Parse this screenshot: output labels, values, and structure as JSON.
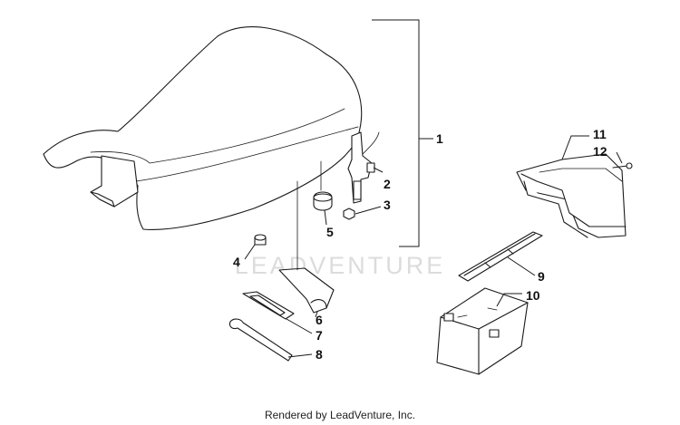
{
  "watermark": "LEADVENTURE",
  "footer": "Rendered by LeadVenture, Inc.",
  "callouts": {
    "c1": "1",
    "c2": "2",
    "c3": "3",
    "c4": "4",
    "c5": "5",
    "c6": "6",
    "c7": "7",
    "c8": "8",
    "c9": "9",
    "c10": "10",
    "c11": "11",
    "c12": "12"
  },
  "colors": {
    "line": "#1a1a1a",
    "watermark": "#dcdcdc",
    "background": "#ffffff"
  }
}
